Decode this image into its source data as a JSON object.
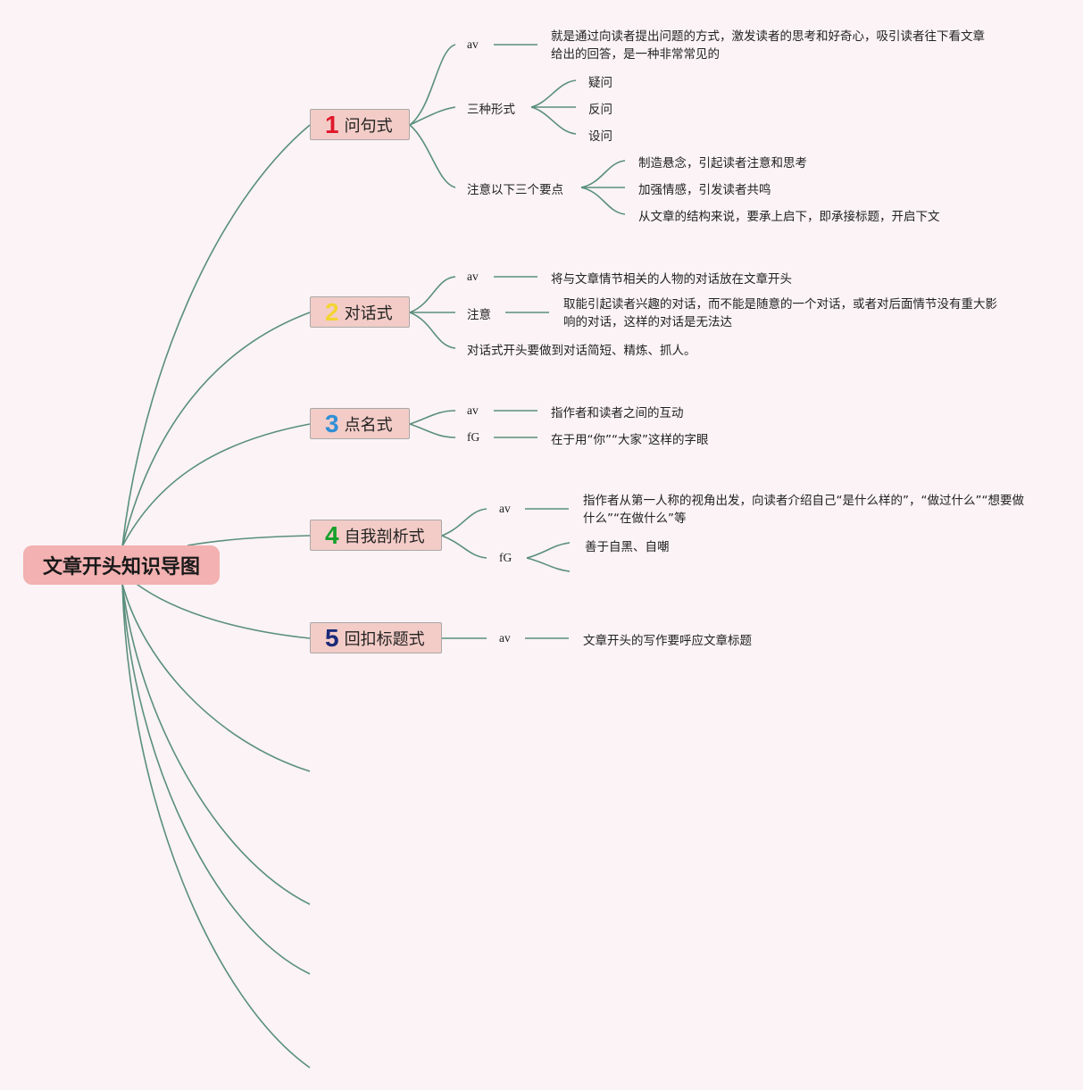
{
  "root": {
    "title": "文章开头知识导图"
  },
  "topics": [
    {
      "num": "1",
      "color": "#e0182a",
      "label": "问句式"
    },
    {
      "num": "2",
      "color": "#f3d433",
      "label": "对话式"
    },
    {
      "num": "3",
      "color": "#2f8fd6",
      "label": "点名式"
    },
    {
      "num": "4",
      "color": "#15a02c",
      "label": "自我剖析式"
    },
    {
      "num": "5",
      "color": "#1b2a7a",
      "label": "回扣标题式"
    }
  ],
  "t1": {
    "av": "av",
    "av_text": "就是通过向读者提出问题的方式，激发读者的思考和好奇心，吸引读者往下看文章给出的回答，是一种非常常见的",
    "forms": "三种形式",
    "form_items": [
      "疑问",
      "反问",
      "设问"
    ],
    "points": "注意以下三个要点",
    "point_items": [
      "制造悬念，引起读者注意和思考",
      "加强情感，引发读者共鸣",
      "从文章的结构来说，要承上启下，即承接标题，开启下文"
    ]
  },
  "t2": {
    "av": "av",
    "av_text": "将与文章情节相关的人物的对话放在文章开头",
    "note": "注意",
    "note_text": "取能引起读者兴趣的对话，而不能是随意的一个对话，或者对后面情节没有重大影响的对话，这样的对话是无法达",
    "summary": "对话式开头要做到对话简短、精炼、抓人。"
  },
  "t3": {
    "av": "av",
    "av_text": "指作者和读者之间的互动",
    "fg": "fG",
    "fg_text": "在于用“你”“大家”这样的字眼"
  },
  "t4": {
    "av": "av",
    "av_text": "指作者从第一人称的视角出发，向读者介绍自己“是什么样的”，“做过什么”“想要做什么”“在做什么”等",
    "fg": "fG",
    "fg_text": "善于自黑、自嘲"
  },
  "t5": {
    "av": "av",
    "av_text": "文章开头的写作要呼应文章标题"
  },
  "colors": {
    "line": "#5a8f7d",
    "root_bg": "#f3b1b1",
    "topic_bg": "#f3ccc7",
    "page_bg": "#fbf3f5"
  }
}
